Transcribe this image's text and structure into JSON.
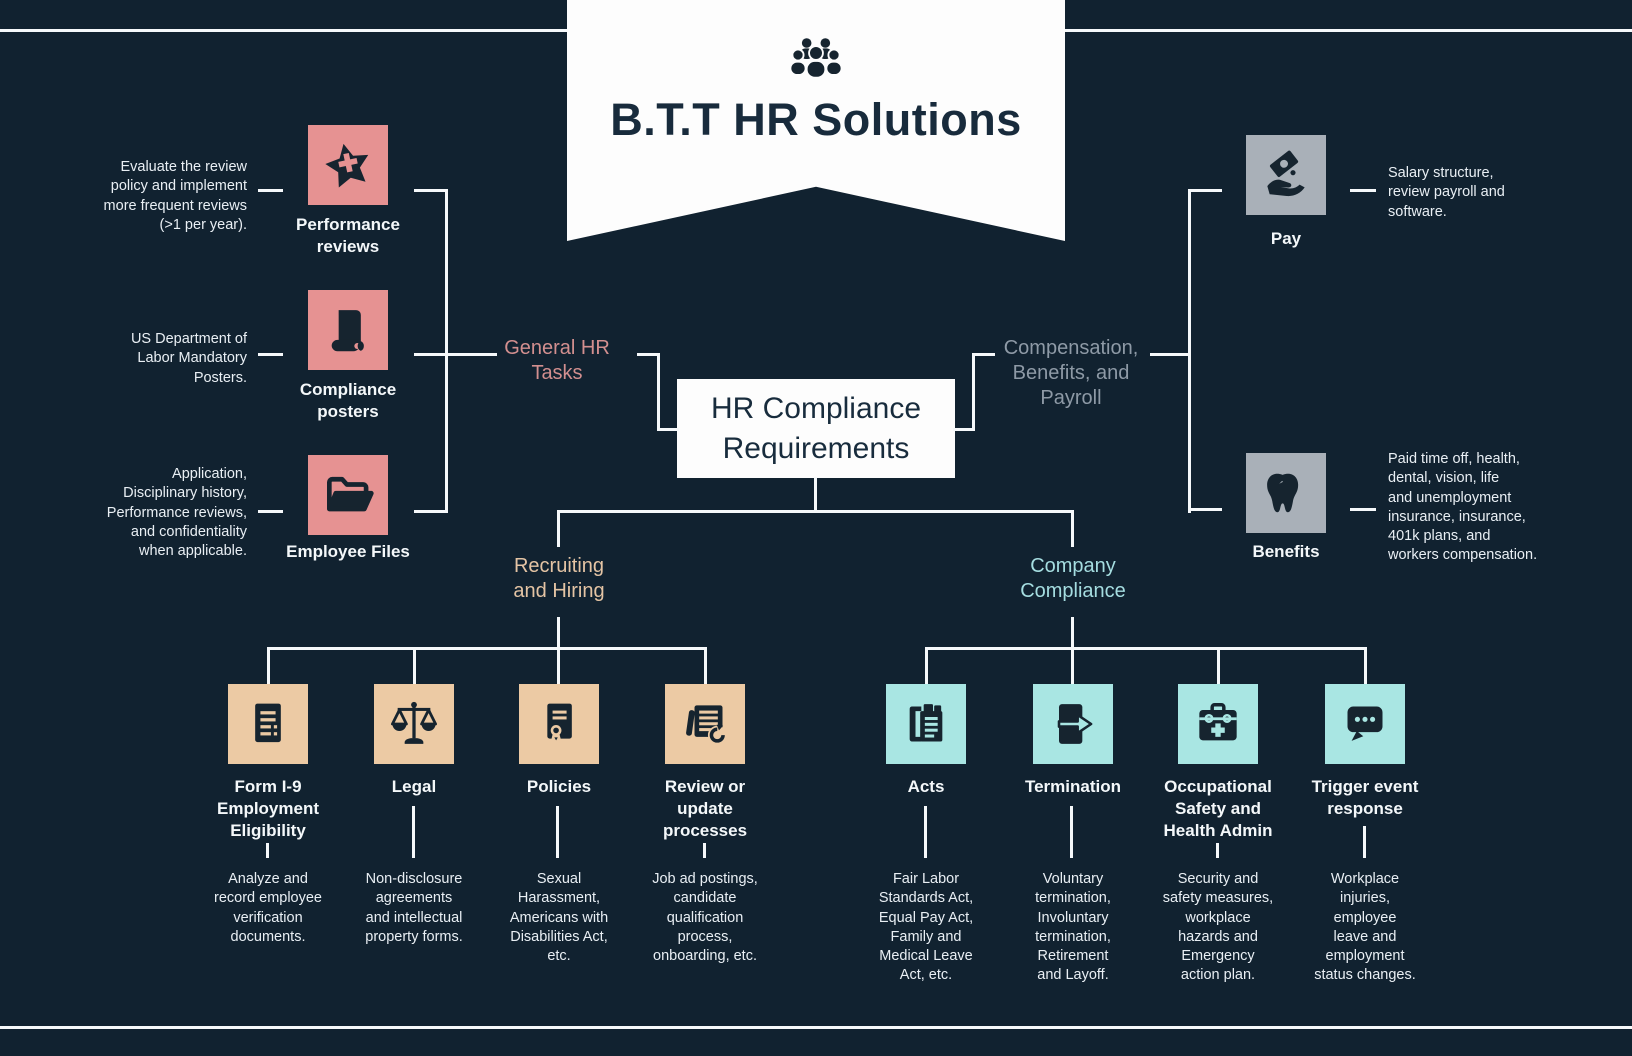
{
  "banner": {
    "title": "B.T.T HR Solutions",
    "icon": "people-group-icon"
  },
  "root": {
    "title": "HR Compliance\nRequirements"
  },
  "colors": {
    "background": "#112230",
    "banner_bg": "#fdfdfd",
    "connector_line": "#f6f9fb",
    "pink": "#e69292",
    "gray": "#a9b0b8",
    "tan": "#eccaa4",
    "teal": "#a9e6e3",
    "icon_glyph": "#16242f",
    "text": "#e9eff4",
    "label_pink": "#d28f8f",
    "label_gray": "#8e9aa6",
    "label_tan": "#e4c4a4",
    "label_teal": "#a5dde0"
  },
  "branches": {
    "general": {
      "label": "General HR\nTasks",
      "items": [
        {
          "label": "Performance\nreviews",
          "icon": "star-plus-icon",
          "desc": "Evaluate the review\npolicy and implement\nmore frequent reviews\n(>1 per year)."
        },
        {
          "label": "Compliance\nposters",
          "icon": "poster-scroll-icon",
          "desc": "US Department of\nLabor Mandatory\nPosters."
        },
        {
          "label": "Employee Files",
          "icon": "open-folder-icon",
          "desc": "Application,\nDisciplinary history,\nPerformance reviews,\nand confidentiality\nwhen applicable."
        }
      ]
    },
    "compensation": {
      "label": "Compensation,\nBenefits, and\nPayroll",
      "items": [
        {
          "label": "Pay",
          "icon": "hand-money-icon",
          "desc": "Salary structure,\nreview payroll and\nsoftware."
        },
        {
          "label": "Benefits",
          "icon": "tooth-icon",
          "desc": "Paid time off, health,\ndental, vision, life\nand unemployment\ninsurance, insurance,\n401k plans, and\nworkers compensation."
        }
      ]
    },
    "recruiting": {
      "label": "Recruiting\nand Hiring",
      "items": [
        {
          "label": "Form I-9\nEmployment\nEligibility",
          "icon": "document-lines-icon",
          "desc": "Analyze and\nrecord employee\nverification\ndocuments."
        },
        {
          "label": "Legal",
          "icon": "scales-icon",
          "desc": "Non-disclosure\nagreements\nand intellectual\nproperty forms."
        },
        {
          "label": "Policies",
          "icon": "certificate-icon",
          "desc": "Sexual\nHarassment,\nAmericans with\nDisabilities Act,\netc."
        },
        {
          "label": "Review or\nupdate\nprocesses",
          "icon": "news-refresh-icon",
          "desc": "Job ad postings,\ncandidate\nqualification\nprocess,\nonboarding, etc."
        }
      ]
    },
    "company": {
      "label": "Company\nCompliance",
      "items": [
        {
          "label": "Acts",
          "icon": "documents-stack-icon",
          "desc": "Fair Labor\nStandards Act,\nEqual Pay Act,\nFamily and\nMedical Leave\nAct, etc."
        },
        {
          "label": "Termination",
          "icon": "exit-door-arrow-icon",
          "desc": "Voluntary\ntermination,\nInvoluntary\ntermination,\nRetirement\nand Layoff."
        },
        {
          "label": "Occupational\nSafety and\nHealth Admin",
          "icon": "first-aid-kit-icon",
          "desc": "Security and\nsafety measures,\nworkplace\nhazards and\nEmergency\naction plan."
        },
        {
          "label": "Trigger event\nresponse",
          "icon": "speech-bubble-icon",
          "desc": "Workplace\ninjuries,\nemployee\nleave and\nemployment\nstatus changes."
        }
      ]
    }
  }
}
